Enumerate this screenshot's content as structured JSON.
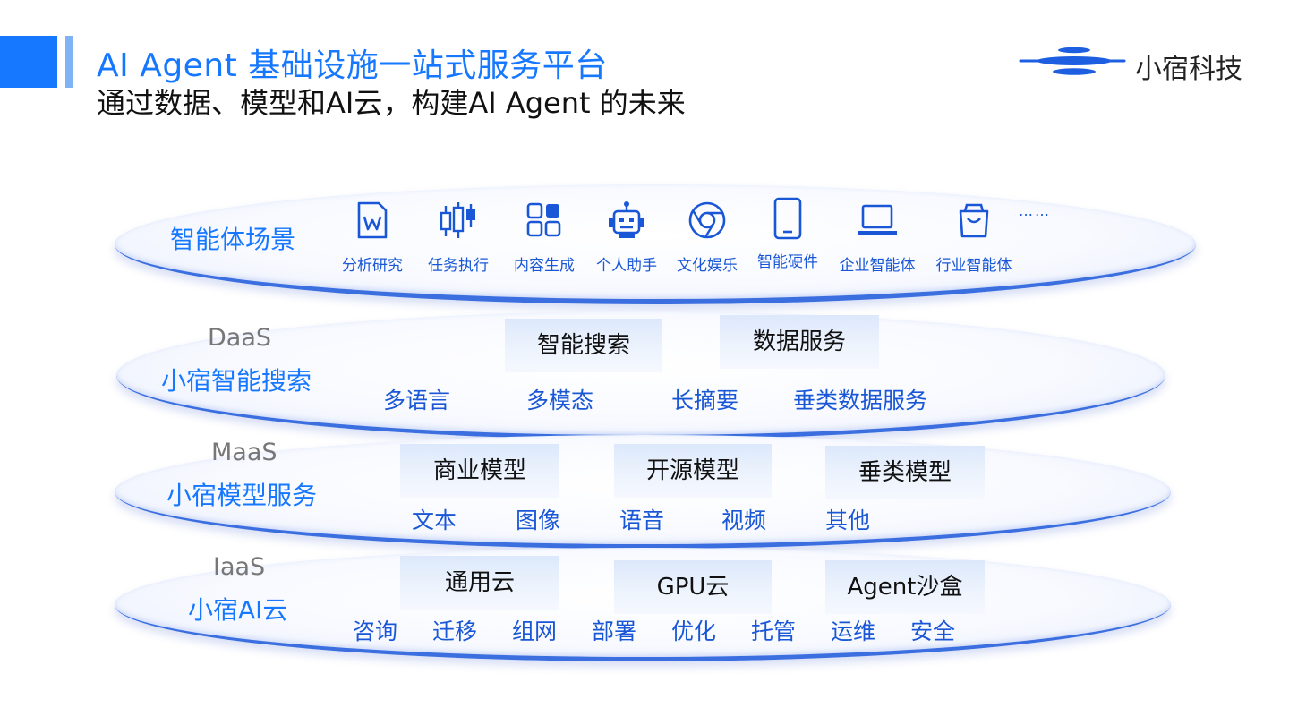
{
  "header": {
    "title": "AI Agent 基础设施一站式服务平台",
    "subtitle": "通过数据、模型和AI云，构建AI Agent 的未来",
    "accent_color": "#1677ff"
  },
  "logo": {
    "name": "小宿科技",
    "icon": "three-bar-saucer-logo"
  },
  "layers": {
    "scenes": {
      "label": "智能体场景",
      "items": [
        {
          "label": "分析研究",
          "icon": "word-document-icon"
        },
        {
          "label": "任务执行",
          "icon": "candlestick-chart-icon"
        },
        {
          "label": "内容生成",
          "icon": "app-grid-icon"
        },
        {
          "label": "个人助手",
          "icon": "robot-icon"
        },
        {
          "label": "文化娱乐",
          "icon": "chrome-browser-icon"
        },
        {
          "label": "智能硬件",
          "icon": "smartphone-icon"
        },
        {
          "label": "企业智能体",
          "icon": "laptop-icon"
        },
        {
          "label": "行业智能体",
          "icon": "shopping-bag-icon"
        }
      ],
      "more": "……"
    },
    "daas": {
      "tag": "DaaS",
      "label": "小宿智能搜索",
      "boxes": [
        "智能搜索",
        "数据服务"
      ],
      "items": [
        "多语言",
        "多模态",
        "长摘要",
        "垂类数据服务"
      ]
    },
    "maas": {
      "tag": "MaaS",
      "label": "小宿模型服务",
      "boxes": [
        "商业模型",
        "开源模型",
        "垂类模型"
      ],
      "items": [
        "文本",
        "图像",
        "语音",
        "视频",
        "其他"
      ]
    },
    "iaas": {
      "tag": "IaaS",
      "label": "小宿AI云",
      "boxes": [
        "通用云",
        "GPU云",
        "Agent沙盒"
      ],
      "items": [
        "咨询",
        "迁移",
        "组网",
        "部署",
        "优化",
        "托管",
        "运维",
        "安全"
      ]
    }
  }
}
